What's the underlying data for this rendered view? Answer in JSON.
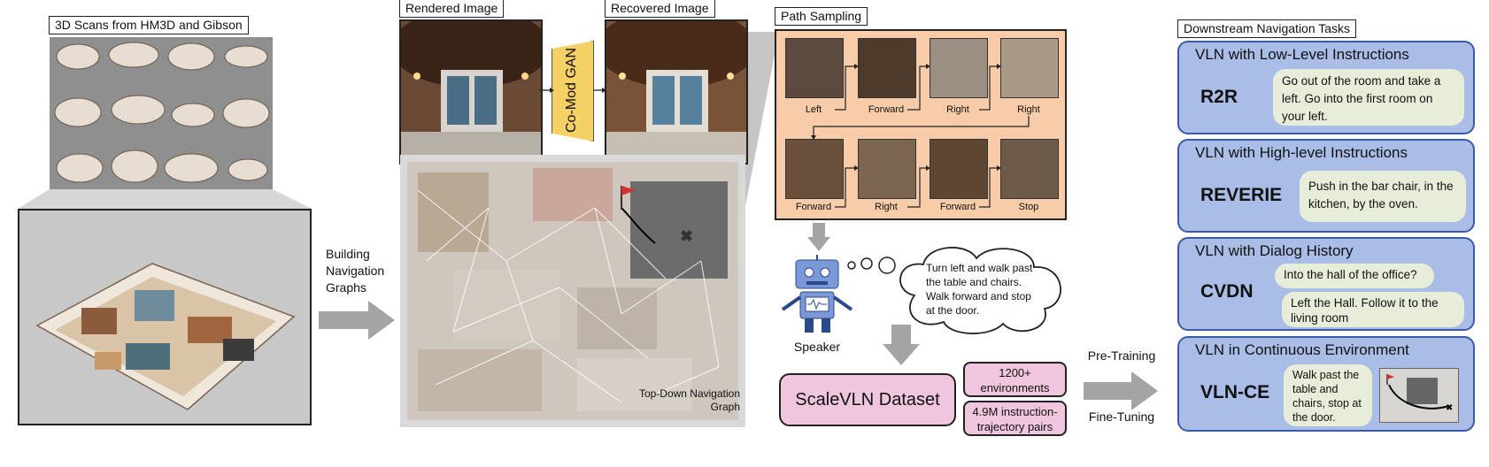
{
  "left": {
    "scans_label": "3D Scans from HM3D and Gibson",
    "building_label": "Building Navigation Graphs"
  },
  "middle": {
    "rendered_label": "Rendered Image",
    "gan_label": "Co-Mod GAN",
    "recovered_label": "Recovered Image",
    "topdown_label": "Top-Down Navigation Graph"
  },
  "path": {
    "title": "Path Sampling",
    "row1": [
      "Left",
      "Forward",
      "Right",
      "Right"
    ],
    "row2": [
      "Forward",
      "Right",
      "Forward",
      "Stop"
    ]
  },
  "speaker": {
    "label": "Speaker",
    "thought": "Turn left and walk past the table and chairs. Walk forward and stop at the door."
  },
  "dataset": {
    "name": "ScaleVLN Dataset",
    "stat1": "1200+ environments",
    "stat2": "4.9M instruction-trajectory pairs"
  },
  "training": {
    "pre": "Pre-Training",
    "fine": "Fine-Tuning"
  },
  "downstream": {
    "title": "Downstream Navigation Tasks",
    "tasks": [
      {
        "title": "VLN with Low-Level Instructions",
        "name": "R2R",
        "text": "Go out of the room and take a left. Go into the first room on your left."
      },
      {
        "title": "VLN with High-level Instructions",
        "name": "REVERIE",
        "text": "Push in the bar chair, in the kitchen, by the oven."
      },
      {
        "title": "VLN with Dialog History",
        "name": "CVDN",
        "q": "Into the hall of the office?",
        "a": "Left the Hall. Follow it to the living room"
      },
      {
        "title": "VLN in Continuous Environment",
        "name": "VLN-CE",
        "text": "Walk past the table and chairs, stop at the door."
      }
    ]
  },
  "colors": {
    "path_bg": "#f8cca8",
    "gan_yellow": "#f5d165",
    "dataset_pink": "#f0c6df",
    "task_blue": "#a9bde6",
    "task_border": "#3a5aa8",
    "bubble_green": "#e7edd8"
  }
}
